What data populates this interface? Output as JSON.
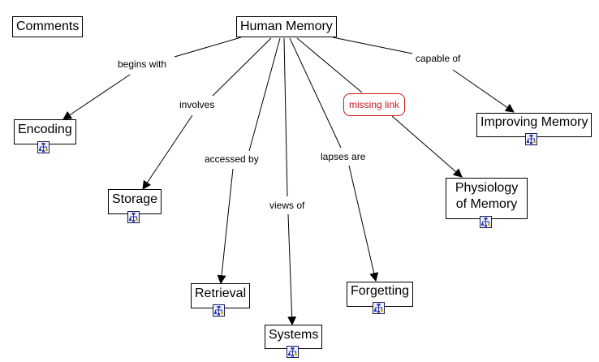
{
  "map": {
    "root": "Human Memory",
    "comments_label": "Comments",
    "concepts": [
      {
        "id": "encoding",
        "label": "Encoding",
        "has_submap": true
      },
      {
        "id": "storage",
        "label": "Storage",
        "has_submap": true
      },
      {
        "id": "retrieval",
        "label": "Retrieval",
        "has_submap": true
      },
      {
        "id": "systems",
        "label": "Systems",
        "has_submap": true
      },
      {
        "id": "forgetting",
        "label": "Forgetting",
        "has_submap": true
      },
      {
        "id": "physiology",
        "label": "Physiology of Memory",
        "has_submap": true
      },
      {
        "id": "improving",
        "label": "Improving Memory",
        "has_submap": true
      }
    ],
    "links": [
      {
        "label": "begins with",
        "from": "Human Memory",
        "to": "Encoding"
      },
      {
        "label": "involves",
        "from": "Human Memory",
        "to": "Storage"
      },
      {
        "label": "accessed by",
        "from": "Human Memory",
        "to": "Retrieval"
      },
      {
        "label": "views of",
        "from": "Human Memory",
        "to": "Systems"
      },
      {
        "label": "lapses are",
        "from": "Human Memory",
        "to": "Forgetting"
      },
      {
        "label": "missing link",
        "from": "Human Memory",
        "to": "Physiology of Memory",
        "status": "missing"
      },
      {
        "label": "capable of",
        "from": "Human Memory",
        "to": "Improving Memory"
      }
    ],
    "missing_link_color": "#d01818",
    "submap_icon": "submap-hierarchy-icon"
  }
}
